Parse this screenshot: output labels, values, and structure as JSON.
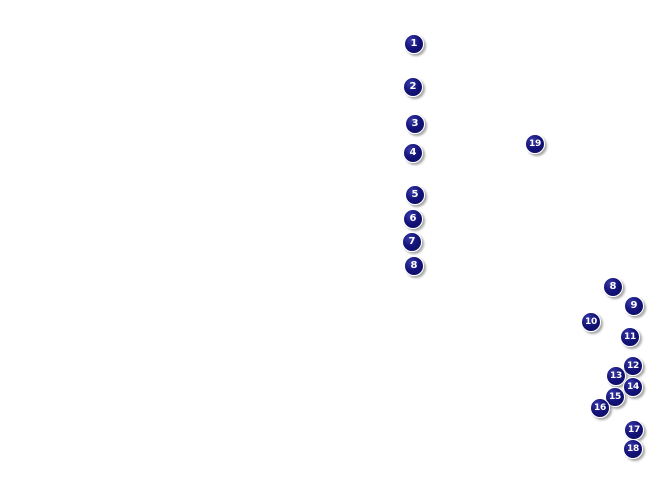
{
  "colors": {
    "background": "#ffffff",
    "marker_fill": "#14147a",
    "marker_text": "#ffffff"
  },
  "markers": [
    {
      "label": "1"
    },
    {
      "label": "2"
    },
    {
      "label": "3"
    },
    {
      "label": "4"
    },
    {
      "label": "5"
    },
    {
      "label": "6"
    },
    {
      "label": "7"
    },
    {
      "label": "8"
    },
    {
      "label": "19"
    },
    {
      "label": "8"
    },
    {
      "label": "9"
    },
    {
      "label": "10"
    },
    {
      "label": "11"
    },
    {
      "label": "12"
    },
    {
      "label": "13"
    },
    {
      "label": "14"
    },
    {
      "label": "15"
    },
    {
      "label": "16"
    },
    {
      "label": "17"
    },
    {
      "label": "18"
    }
  ]
}
